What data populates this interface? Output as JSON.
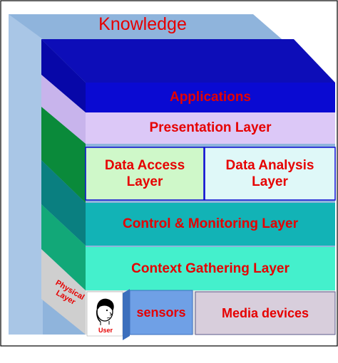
{
  "title": "Knowledge",
  "layers": {
    "applications": "Applications",
    "presentation": "Presentation Layer",
    "data_access": [
      "Data Access",
      "Layer"
    ],
    "data_analysis": [
      "Data Analysis",
      "Layer"
    ],
    "control": "Control & Monitoring Layer",
    "context": "Context Gathering Layer",
    "physical": [
      "Physical",
      "Layer"
    ],
    "user": "User",
    "sensors": "sensors",
    "media": "Media devices"
  },
  "colors": {
    "knowledge_box": "#8fb4dc",
    "applications": "#0a0ad2",
    "presentation": "#dcc8f7",
    "data_access": "#cff8c9",
    "data_analysis": "#dff8f8",
    "control": "#12b3b6",
    "context": "#44f0cc",
    "sensors": "#6fa0e6",
    "media": "#d8cedc",
    "label_red": "#e60000"
  },
  "icons": [
    "user-face-icon"
  ]
}
